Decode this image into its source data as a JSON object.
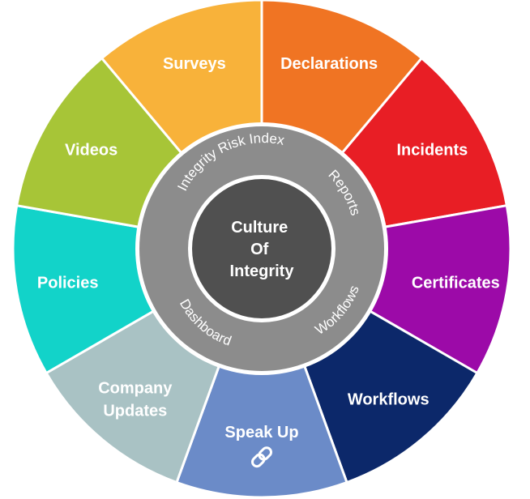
{
  "center": {
    "lines": [
      "Culture",
      "Of",
      "Integrity"
    ],
    "color": "#505050"
  },
  "ring": {
    "color": "#8c8c8c",
    "labels": [
      "Integrity Risk Index",
      "Reports",
      "Workflows",
      "Dashboard"
    ]
  },
  "segments": [
    {
      "label": [
        "Declarations"
      ],
      "color": "#f07423"
    },
    {
      "label": [
        "Incidents"
      ],
      "color": "#e81e25"
    },
    {
      "label": [
        "Certificates"
      ],
      "color": "#9c0aa8"
    },
    {
      "label": [
        "Workflows"
      ],
      "color": "#0c286a"
    },
    {
      "label": [
        "Speak Up"
      ],
      "color": "#6b8bc8",
      "icon": "chain-link-icon"
    },
    {
      "label": [
        "Company",
        "Updates"
      ],
      "color": "#a9c2c4"
    },
    {
      "label": [
        "Policies"
      ],
      "color": "#12d3c9"
    },
    {
      "label": [
        "Videos"
      ],
      "color": "#a7c537"
    },
    {
      "label": [
        "Surveys"
      ],
      "color": "#f8b23a"
    }
  ]
}
